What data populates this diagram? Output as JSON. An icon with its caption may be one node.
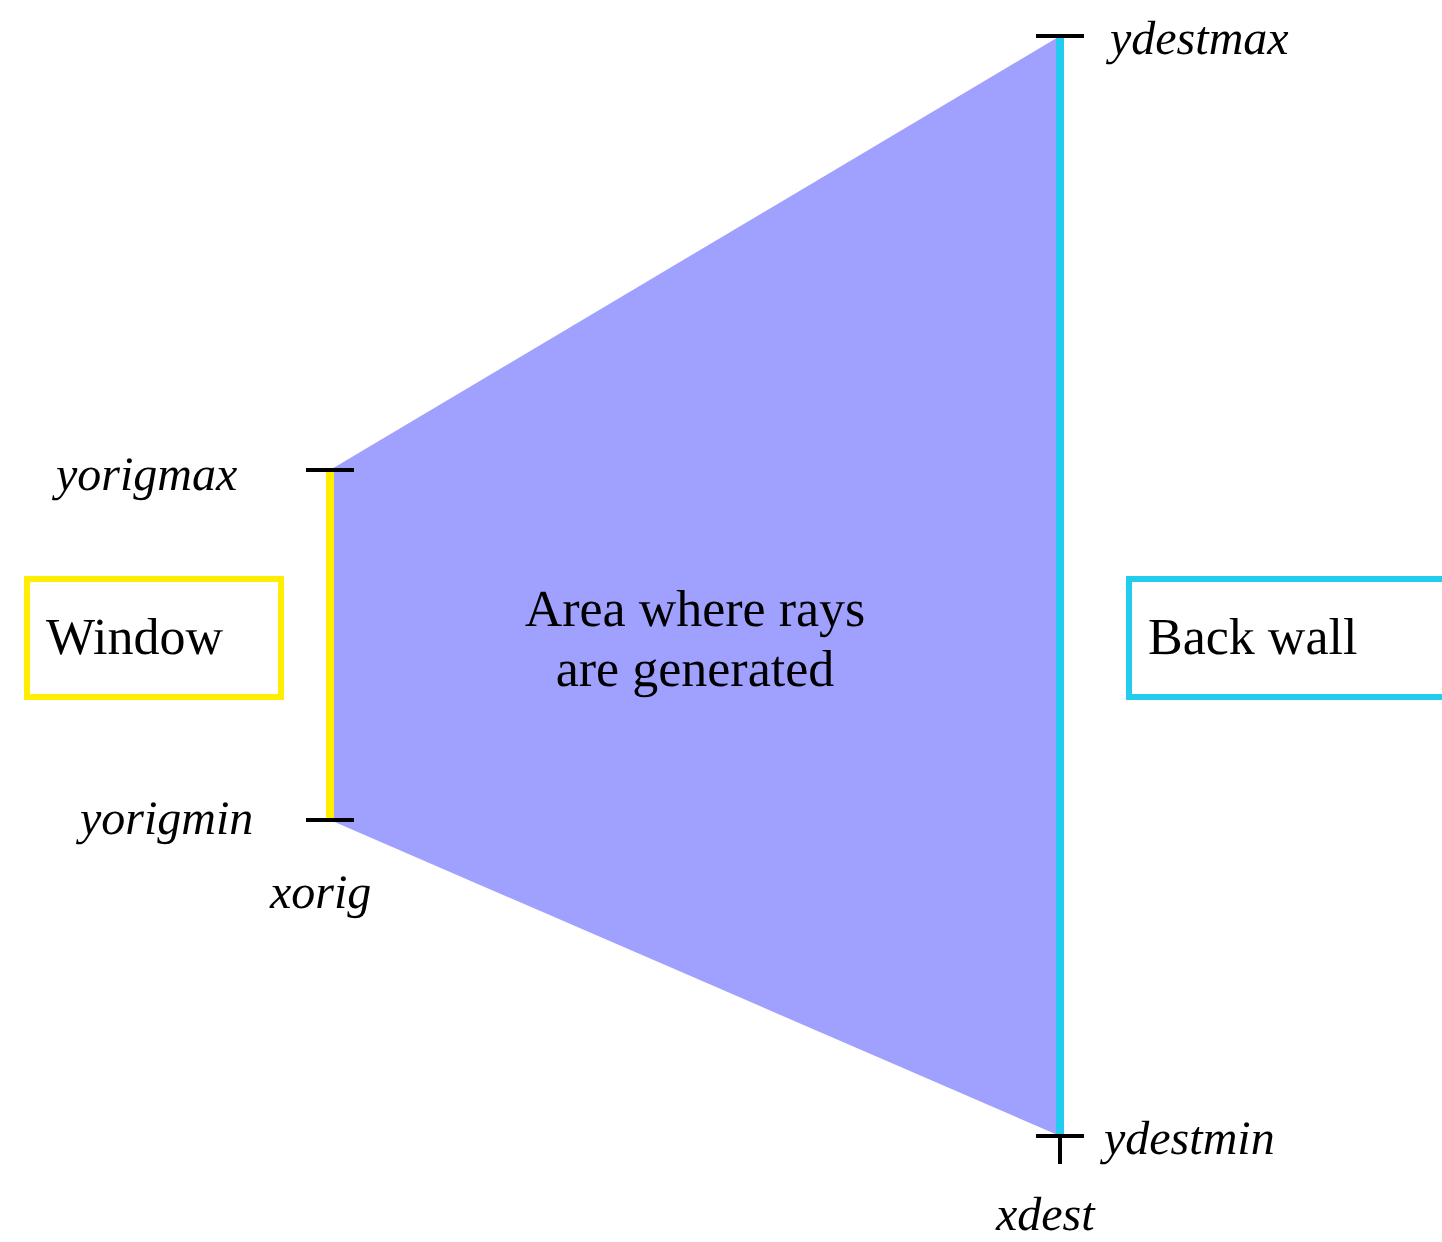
{
  "diagram": {
    "nodes": [
      {
        "text": [
          "Window"
        ]
      },
      {
        "text": [
          "Area where rays are generated"
        ]
      },
      {
        "text": [
          "Back wall"
        ]
      }
    ],
    "labels": [
      "ydestmax",
      "yorigmax",
      "yorigmin",
      "xorig",
      "ydestmin",
      "xdest"
    ]
  }
}
